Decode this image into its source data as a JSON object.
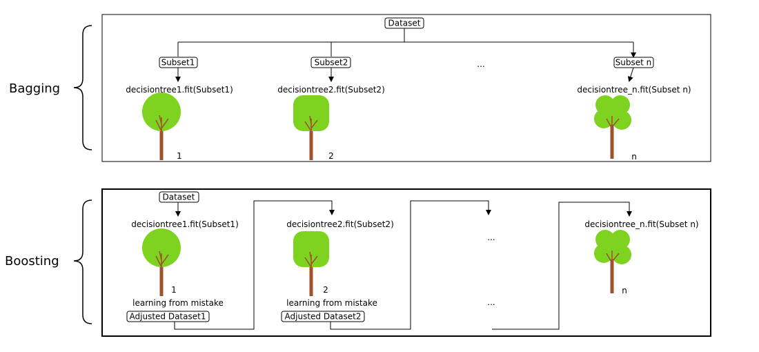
{
  "bagging": {
    "section_label": "Bagging",
    "dataset_label": "Dataset",
    "ellipsis": "...",
    "models": [
      {
        "subset_label": "Subset1",
        "fit_label": "decisiontree1.fit(Subset1)",
        "index_label": "1"
      },
      {
        "subset_label": "Subset2",
        "fit_label": "decisiontree2.fit(Subset2)",
        "index_label": "2"
      },
      {
        "subset_label": "Subset n",
        "fit_label": "decisiontree_n.fit(Subset n)",
        "index_label": "n"
      }
    ]
  },
  "boosting": {
    "section_label": "Boosting",
    "dataset_label": "Dataset",
    "ellipsis_top": "...",
    "ellipsis_bottom": "...",
    "models": [
      {
        "fit_label": "decisiontree1.fit(Subset1)",
        "index_label": "1",
        "learning_label": "learning from mistake",
        "adjusted_label": "Adjusted Dataset1"
      },
      {
        "fit_label": "decisiontree2.fit(Subset2)",
        "index_label": "2",
        "learning_label": "learning from mistake",
        "adjusted_label": "Adjusted Dataset2"
      },
      {
        "fit_label": "decisiontree_n.fit(Subset n)",
        "index_label": "n"
      }
    ]
  },
  "colors": {
    "leaf": "#7ed321",
    "trunk": "#a0522d",
    "line": "#000000"
  }
}
